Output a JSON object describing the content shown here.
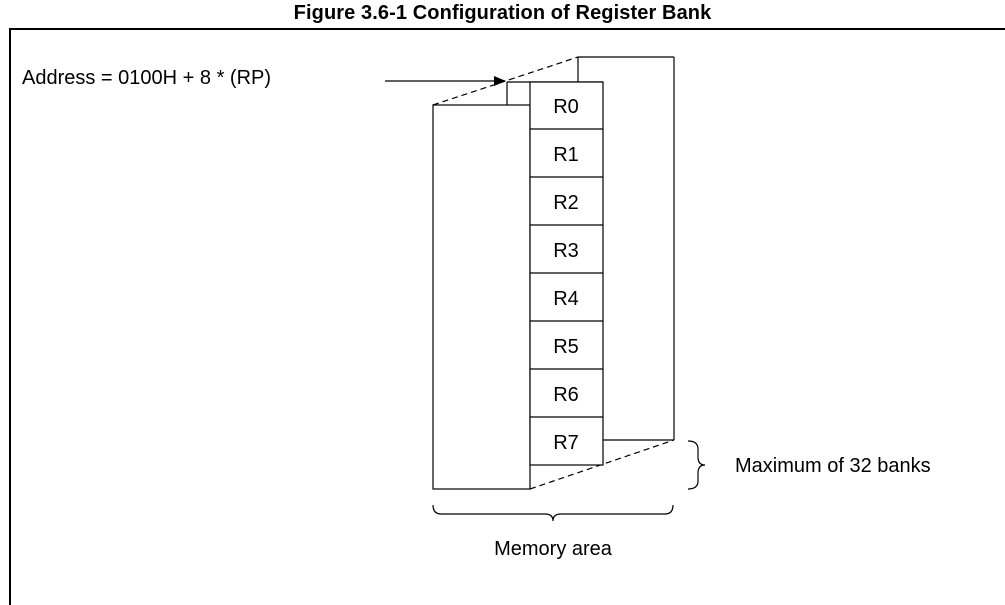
{
  "figure": {
    "title": "Figure 3.6-1  Configuration of Register Bank"
  },
  "diagram": {
    "address_label": "Address = 0100H + 8 * (RP)",
    "registers": [
      "R0",
      "R1",
      "R2",
      "R3",
      "R4",
      "R5",
      "R6",
      "R7"
    ],
    "banks_label": "Maximum of 32 banks",
    "memory_label": "Memory area"
  }
}
